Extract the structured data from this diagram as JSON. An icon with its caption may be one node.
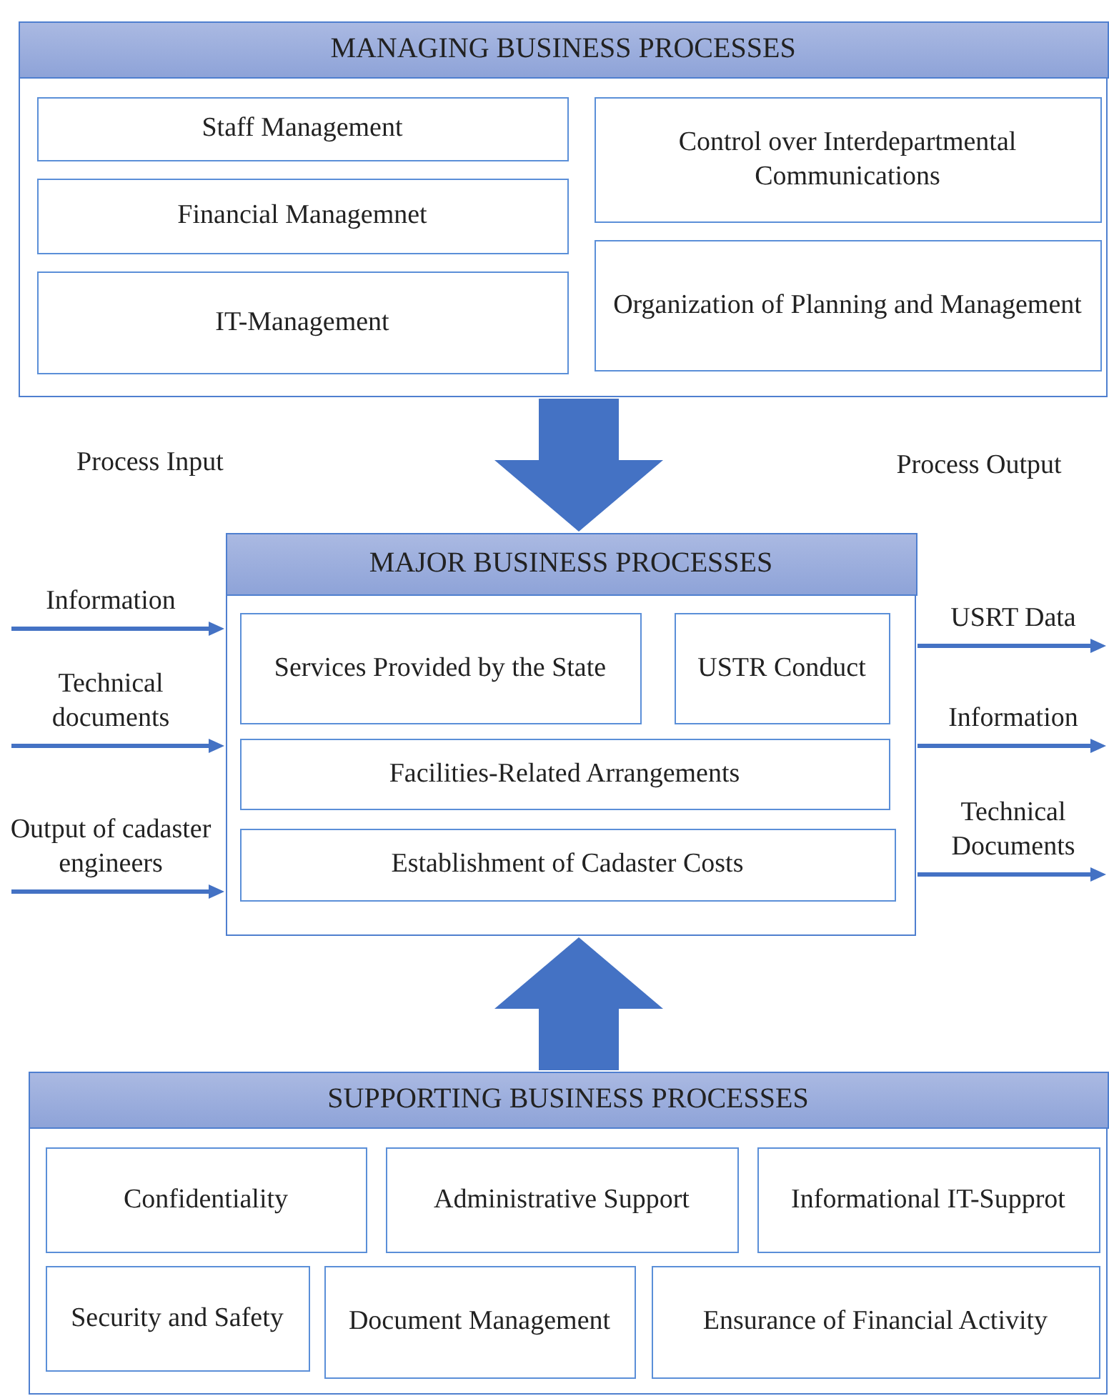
{
  "diagram": {
    "nodes": [
      {
        "text": [
          "MANAGING BUSINESS PROCESSES"
        ]
      },
      {
        "text": [
          "Staff Management"
        ],
        "in": 0
      },
      {
        "text": [
          "Financial Managemnet"
        ],
        "in": 0
      },
      {
        "text": [
          "IT-Management"
        ],
        "in": 0
      },
      {
        "text": [
          "Control over Interdepartmental Communications"
        ],
        "in": 0
      },
      {
        "text": [
          "Organization of Planning and Management"
        ],
        "in": 0
      },
      {
        "text": [
          "MAJOR BUSINESS PROCESSES"
        ]
      },
      {
        "text": [
          "Services Provided by the State"
        ],
        "in": 6
      },
      {
        "text": [
          "USTR Conduct"
        ],
        "in": 6
      },
      {
        "text": [
          "Facilities-Related Arrangements"
        ],
        "in": 6
      },
      {
        "text": [
          "Establishment of Cadaster Costs"
        ],
        "in": 6
      },
      {
        "text": [
          "SUPPORTING BUSINESS PROCESSES"
        ]
      },
      {
        "text": [
          "Confidentiality"
        ],
        "in": 11
      },
      {
        "text": [
          "Administrative Support"
        ],
        "in": 11
      },
      {
        "text": [
          "Informational IT-Supprot"
        ],
        "in": 11
      },
      {
        "text": [
          "Security and Safety"
        ],
        "in": 11
      },
      {
        "text": [
          "Document Management"
        ],
        "in": 11
      },
      {
        "text": [
          "Ensurance of Financial Activity"
        ],
        "in": 11
      }
    ],
    "edges": [
      {
        "from": 0,
        "to": 6,
        "arrow": "to",
        "style": "thick"
      },
      {
        "from": 11,
        "to": 6,
        "arrow": "to",
        "style": "thick"
      },
      {
        "from": null,
        "to": 6,
        "arrow": "to",
        "label": "Information"
      },
      {
        "from": null,
        "to": 6,
        "arrow": "to",
        "label": "Technical documents"
      },
      {
        "from": null,
        "to": 6,
        "arrow": "to",
        "label": "Output of cadaster engineers"
      },
      {
        "from": 6,
        "to": null,
        "arrow": "to",
        "label": "USRT Data"
      },
      {
        "from": 6,
        "to": null,
        "arrow": "to",
        "label": "Information"
      },
      {
        "from": 6,
        "to": null,
        "arrow": "to",
        "label": "Technical Documents"
      }
    ],
    "labels": [
      "Process Input",
      "Process Output"
    ]
  }
}
